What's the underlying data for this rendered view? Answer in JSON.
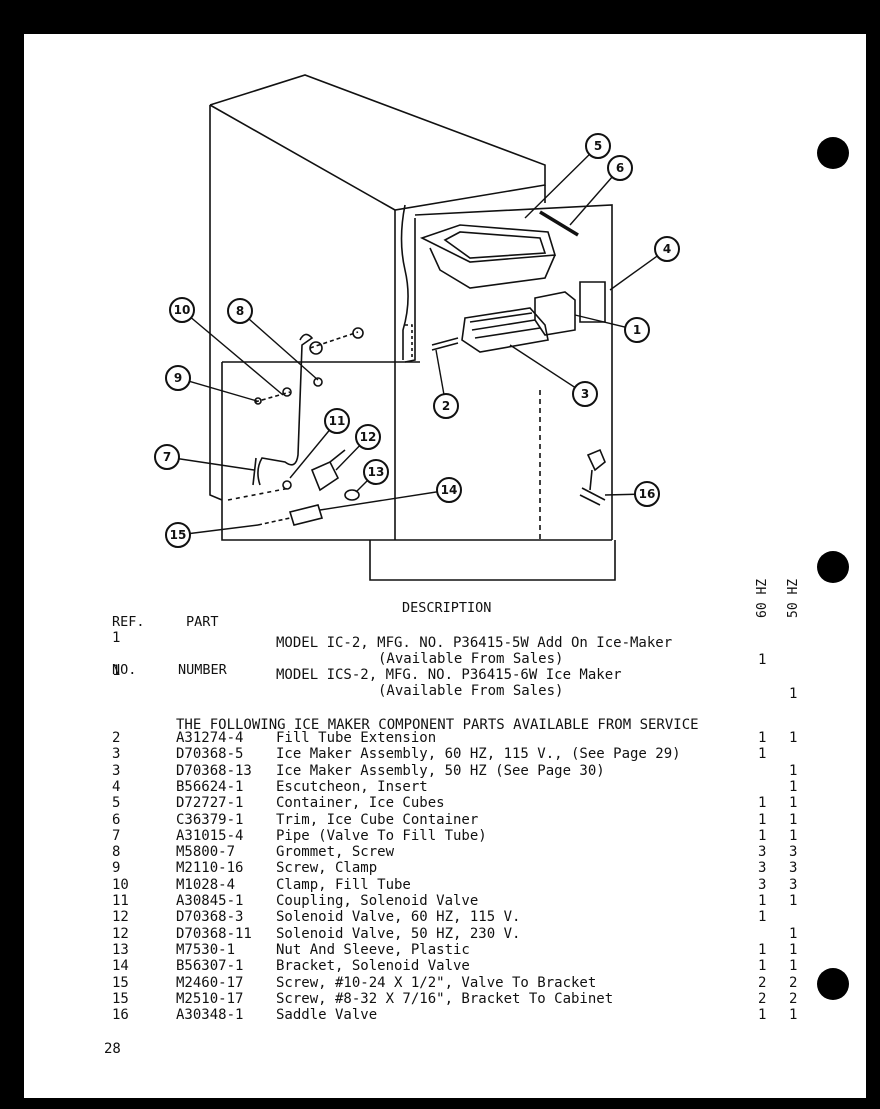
{
  "headers": {
    "ref_no": [
      "REF.",
      "NO."
    ],
    "part_number": [
      "PART",
      "NUMBER"
    ],
    "description": "DESCRIPTION",
    "col_60hz": "60 HZ",
    "col_50hz": "50 HZ"
  },
  "callouts": [
    "1",
    "2",
    "3",
    "4",
    "5",
    "6",
    "7",
    "8",
    "9",
    "10",
    "11",
    "12",
    "13",
    "14",
    "15",
    "16"
  ],
  "models": [
    {
      "ref": "1",
      "desc": [
        "MODEL IC-2, MFG. NO. P36415-5W Add On Ice-Maker",
        "(Available From Sales)"
      ],
      "q60": "1",
      "q50": ""
    },
    {
      "ref": "1",
      "desc": [
        "MODEL ICS-2, MFG. NO. P36415-6W Ice Maker",
        "(Available From Sales)"
      ],
      "q60": "",
      "q50": "1"
    }
  ],
  "section_heading": "THE FOLLOWING ICE MAKER COMPONENT PARTS AVAILABLE FROM SERVICE",
  "parts": [
    {
      "ref": "2",
      "part": "A31274-4",
      "desc": "Fill Tube Extension",
      "q60": "1",
      "q50": "1"
    },
    {
      "ref": "3",
      "part": "D70368-5",
      "desc": "Ice Maker Assembly, 60 HZ, 115 V., (See Page 29)",
      "q60": "1",
      "q50": ""
    },
    {
      "ref": "3",
      "part": "D70368-13",
      "desc": "Ice Maker Assembly, 50 HZ (See Page 30)",
      "q60": "",
      "q50": "1"
    },
    {
      "ref": "4",
      "part": "B56624-1",
      "desc": "Escutcheon, Insert",
      "q60": "",
      "q50": "1"
    },
    {
      "ref": "5",
      "part": "D72727-1",
      "desc": "Container, Ice Cubes",
      "q60": "1",
      "q50": "1"
    },
    {
      "ref": "6",
      "part": "C36379-1",
      "desc": "Trim, Ice Cube Container",
      "q60": "1",
      "q50": "1"
    },
    {
      "ref": "7",
      "part": "A31015-4",
      "desc": "Pipe (Valve To Fill Tube)",
      "q60": "1",
      "q50": "1"
    },
    {
      "ref": "8",
      "part": "M5800-7",
      "desc": "Grommet, Screw",
      "q60": "3",
      "q50": "3"
    },
    {
      "ref": "9",
      "part": "M2110-16",
      "desc": "Screw, Clamp",
      "q60": "3",
      "q50": "3"
    },
    {
      "ref": "10",
      "part": "M1028-4",
      "desc": "Clamp, Fill Tube",
      "q60": "3",
      "q50": "3"
    },
    {
      "ref": "11",
      "part": "A30845-1",
      "desc": "Coupling, Solenoid Valve",
      "q60": "1",
      "q50": "1"
    },
    {
      "ref": "12",
      "part": "D70368-3",
      "desc": "Solenoid Valve, 60 HZ, 115 V.",
      "q60": "1",
      "q50": ""
    },
    {
      "ref": "12",
      "part": "D70368-11",
      "desc": "Solenoid Valve, 50 HZ, 230 V.",
      "q60": "",
      "q50": "1"
    },
    {
      "ref": "13",
      "part": "M7530-1",
      "desc": "Nut And Sleeve, Plastic",
      "q60": "1",
      "q50": "1"
    },
    {
      "ref": "14",
      "part": "B56307-1",
      "desc": "Bracket, Solenoid Valve",
      "q60": "1",
      "q50": "1"
    },
    {
      "ref": "15",
      "part": "M2460-17",
      "desc": "Screw, #10-24 X 1/2\", Valve To Bracket",
      "q60": "2",
      "q50": "2"
    },
    {
      "ref": "15",
      "part": "M2510-17",
      "desc": "Screw, #8-32 X 7/16\", Bracket To Cabinet",
      "q60": "2",
      "q50": "2"
    },
    {
      "ref": "16",
      "part": "A30348-1",
      "desc": "Saddle Valve",
      "q60": "1",
      "q50": "1"
    }
  ],
  "page_number": "28"
}
